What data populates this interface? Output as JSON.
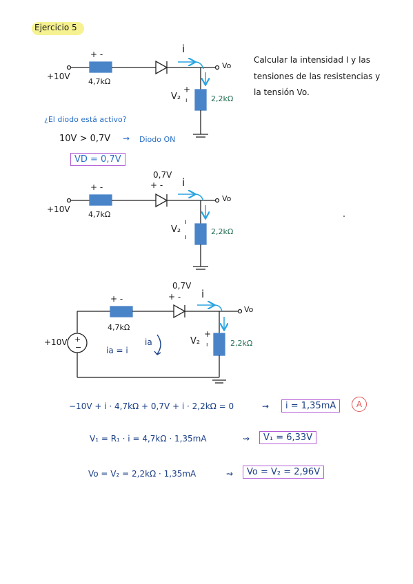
{
  "title": "Ejercicio 5",
  "statement": [
    "Calcular la intensidad I y las",
    "tensiones de las resistencias y",
    "la tensión Vo."
  ],
  "circuit1": {
    "source": "+10V",
    "r1": "4,7kΩ",
    "r1_sign": "+  -",
    "current": "i",
    "out": "Vo",
    "v2": "V₂",
    "r2": "2,2kΩ"
  },
  "question": "¿El diodo está activo?",
  "condition": "10V > 0,7V",
  "condition_arrow": "⇝",
  "condition_result": "Diodo ON",
  "vd_box": "VD = 0,7V",
  "circuit2": {
    "source": "+10V",
    "r1": "4,7kΩ",
    "r1_sign": "+  -",
    "diode_v": "0,7V",
    "diode_sign": "+  -",
    "current": "i",
    "out": "Vo",
    "v2": "V₂",
    "r2": "2,2kΩ"
  },
  "circuit3": {
    "source": "+10V",
    "r1": "4,7kΩ",
    "r1_sign": "+  -",
    "diode_v": "0,7V",
    "diode_sign": "+  -",
    "current": "i",
    "out": "Vo",
    "v2": "V₂",
    "r2": "2,2kΩ",
    "mesh_current": "ia",
    "mesh_eq": "ia = i"
  },
  "equations": {
    "kvl": "−10V + i · 4,7kΩ + 0,7V + i · 2,2kΩ = 0",
    "kvl_arrow": "⇝",
    "kvl_result": "i = 1,35mA",
    "kvl_tag": "A",
    "v1": "V₁ = R₁ · i = 4,7kΩ · 1,35mA",
    "v1_arrow": "⇝",
    "v1_result": "V₁ = 6,33V",
    "vo": "Vo = V₂ = 2,2kΩ · 1,35mA",
    "vo_arrow": "⇝",
    "vo_result": "Vo = V₂ = 2,96V"
  },
  "colors": {
    "resistor": "#4a84c8",
    "highlight": "#f6f291",
    "current_arrow": "#2aa4e0",
    "box": "#b35bd6",
    "red": "#e35b5b"
  }
}
